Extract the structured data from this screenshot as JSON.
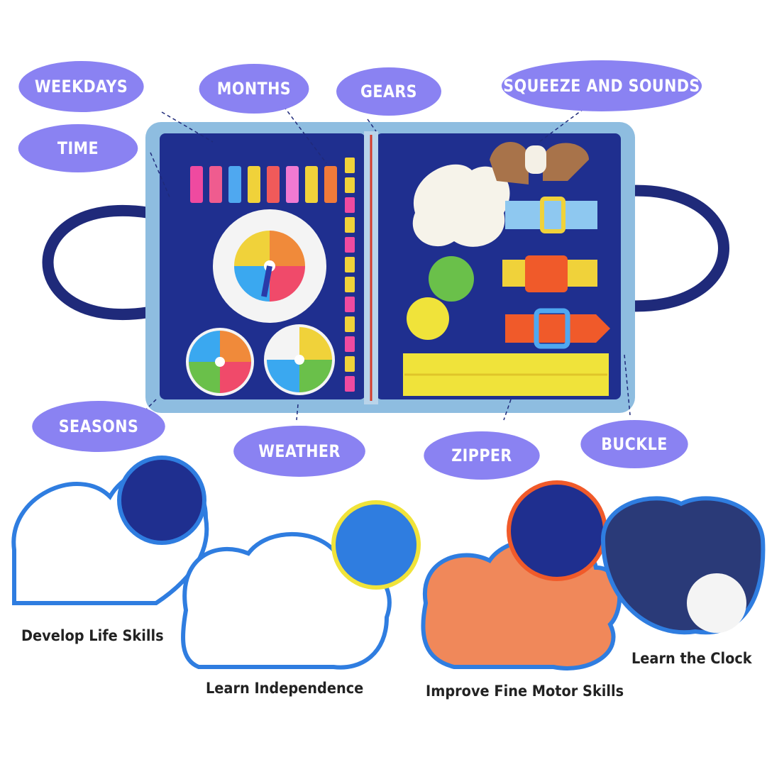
{
  "feature_labels": {
    "weekdays": "WEEKDAYS",
    "months": "MONTHS",
    "gears": "GEARS",
    "squeeze": "SQUEEZE AND SOUNDS",
    "time": "TIME",
    "seasons": "SEASONS",
    "weather": "WEATHER",
    "zipper": "ZIPPER",
    "buckle": "BUCKLE"
  },
  "skills": {
    "life_skills": "Develop Life Skills",
    "independence": "Learn Independence",
    "fine_motor": "Improve Fine Motor Skills",
    "clock": "Learn the Clock"
  },
  "colors": {
    "pill": "#8a82f2",
    "board_blue": "#1f2f8f",
    "board_edge": "#8ebde0",
    "frame_blue": "#2f7de0"
  }
}
